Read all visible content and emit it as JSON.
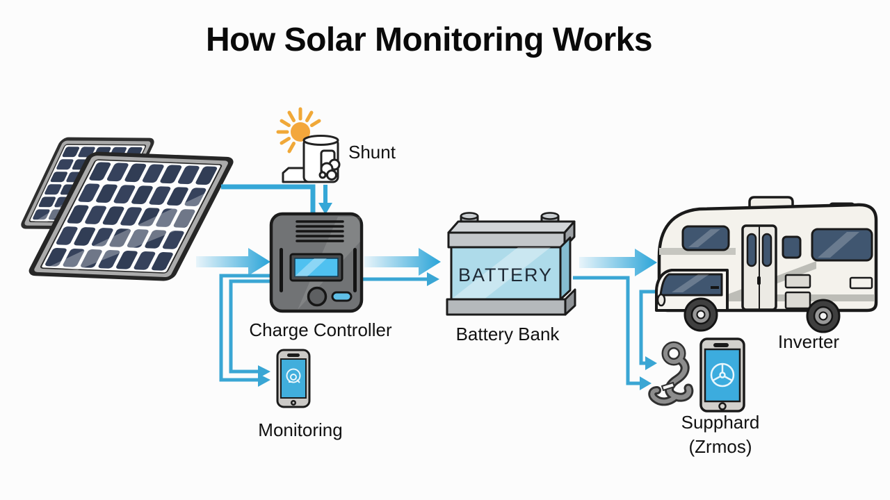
{
  "title": "How Solar Monitoring Works",
  "labels": {
    "shunt": "Shunt",
    "charge_controller": "Charge Controller",
    "battery_bank": "Battery Bank",
    "battery_text": "BATTERY",
    "monitoring": "Monitoring",
    "inverter": "Inverter",
    "supphard": "Supphard",
    "supphard_sub": "(Zrmos)"
  },
  "illustrations": {
    "solar_panels": "two-tilted-solar-panels",
    "sun": "sun-icon",
    "shunt_device": "shunt-device-outline-icon",
    "charge_controller": "charge-controller-device",
    "battery": "battery-bank-3d",
    "monitoring_phone": "smartphone-gauge-icon",
    "rv": "rv-motorhome",
    "hook": "hook-clamp-icon",
    "zrmos_phone": "smartphone-wheel-icon"
  },
  "colors": {
    "arrow": "#33A7D8",
    "arrow_gradient_start": "#E3F2FA",
    "sun": "#F3A73C",
    "battery_body": "#AEDBEA",
    "controller_screen": "#4FC1F0",
    "phone_screen": "#41AEDC",
    "background": "#FCFCFC"
  }
}
